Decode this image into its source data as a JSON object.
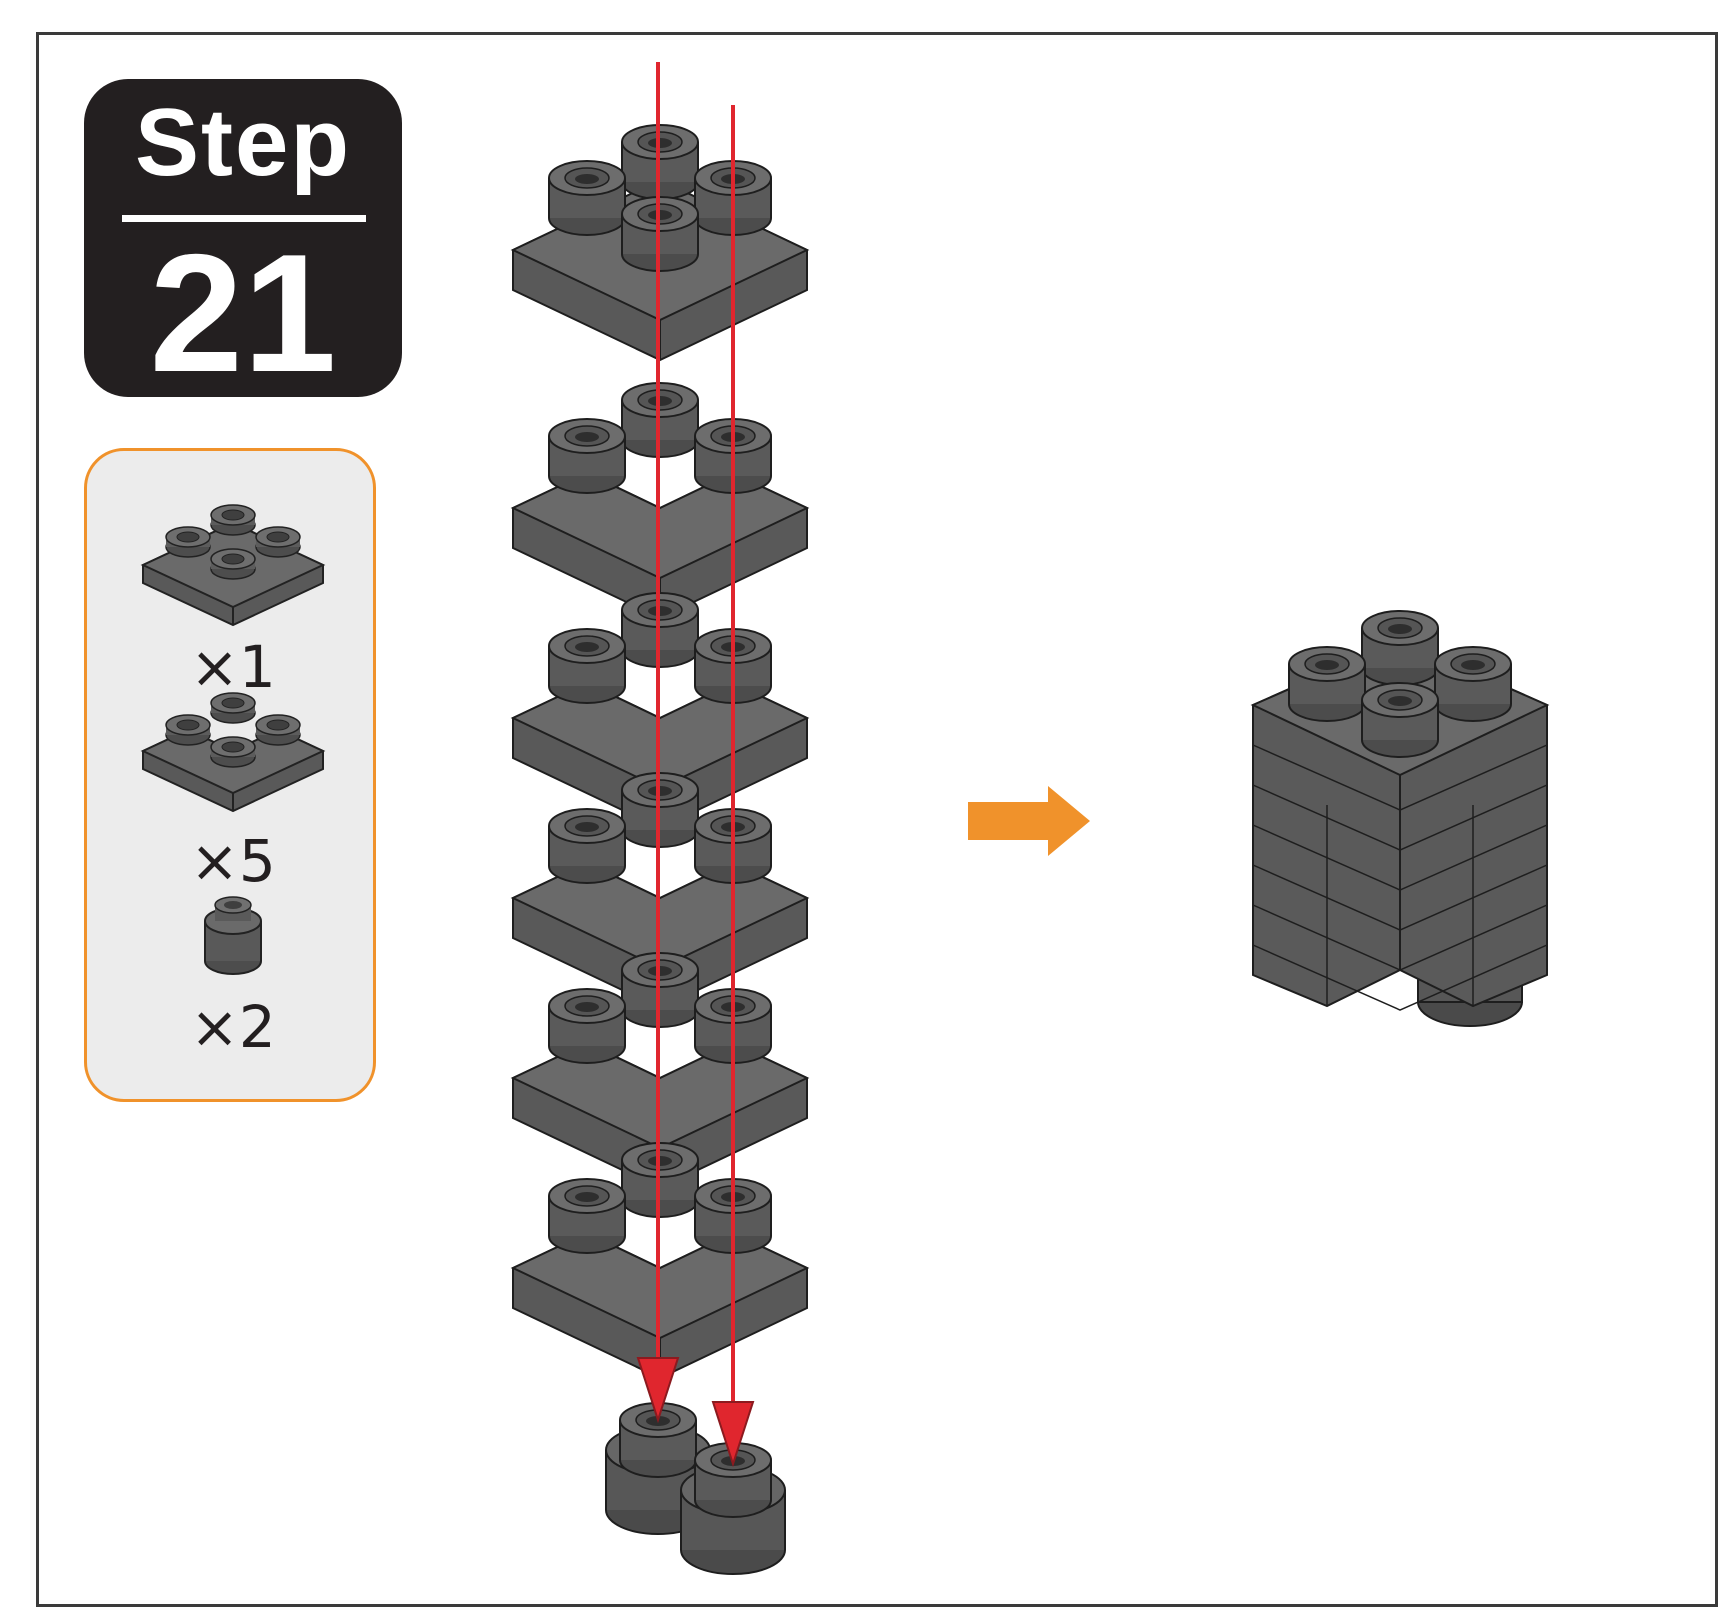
{
  "step": {
    "word": "Step",
    "number": "21"
  },
  "parts": [
    {
      "part": "2x2 plate",
      "quantity": "×1"
    },
    {
      "part": "2x2 corner plate",
      "quantity": "×5"
    },
    {
      "part": "round 1x1 brick",
      "quantity": "×2"
    }
  ],
  "colors": {
    "brick": "#5f5f5f",
    "guide_line": "#e0262e",
    "result_arrow": "#f0922b",
    "panel_border": "#f0922b",
    "badge": "#231f20"
  },
  "icons": [
    "2x2-plate-icon",
    "corner-plate-icon",
    "round-brick-icon",
    "red-guide-arrow-icon",
    "orange-result-arrow-icon"
  ]
}
